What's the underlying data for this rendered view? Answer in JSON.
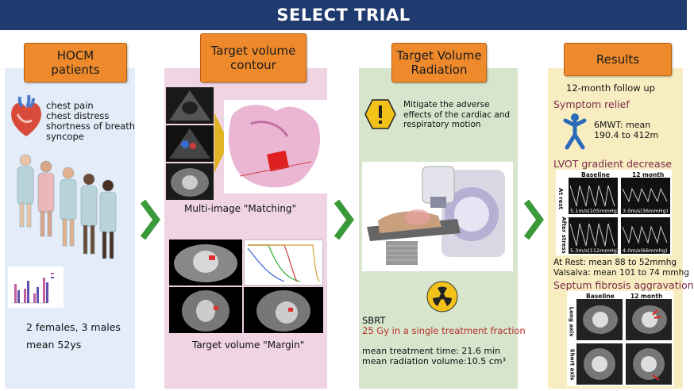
{
  "banner": {
    "title": "SELECT TRIAL"
  },
  "panel1": {
    "header": "HOCM patients",
    "symptoms": [
      "chest pain",
      "chest distress",
      "shortness of breath",
      "syncope"
    ],
    "demographics": "2 females, 3 males",
    "age": "mean 52ys"
  },
  "panel2": {
    "header": "Target volume contour",
    "caption_matching": "Multi-image \"Matching\"",
    "caption_margin": "Target volume \"Margin\""
  },
  "panel3": {
    "header": "Target Volume Radiation",
    "mitigate": "Mitigate the adverse effects of the cardiac and respiratory motion",
    "sbrt": "SBRT",
    "dose": "25 Gy in a single treatment fraction",
    "time": "mean treatment time: 21.6 min",
    "volume": "mean radiation volume:10.5 cm³"
  },
  "panel4": {
    "header": "Results",
    "followup": "12-month follow up",
    "symptom_title": "Symptom relief",
    "mwt_line1": "6MWT: mean",
    "mwt_line2": "190.4 to 412m",
    "lvot_title": "LVOT gradient decrease",
    "echo_baseline": "Baseline",
    "echo_12month": "12 month",
    "echo_at_rest": "At rest",
    "echo_after_stress": "After stress",
    "echo_v1": "5.1m/s(105mmHg)",
    "echo_v2": "3.0m/s(36mmHg)",
    "echo_v3": "5.3m/s(112mmHg)",
    "echo_v4": "4.0m/s(66mmhg)",
    "rest_line": "At Rest: mean 88 to 52mmhg",
    "valsalva_line": "Valsalva: mean 101 to 74 mmhg",
    "septum_title": "Septum fibrosis aggravation",
    "mri_baseline": "Baseline",
    "mri_12month": "12 month",
    "mri_long": "Long axis",
    "mri_short": "Short axis"
  },
  "colors": {
    "banner": "#1f3a6e",
    "header": "#ee8a2c",
    "arrow": "#3a9a3a",
    "accent": "#7a2a4a",
    "dose": "#b8302a"
  }
}
